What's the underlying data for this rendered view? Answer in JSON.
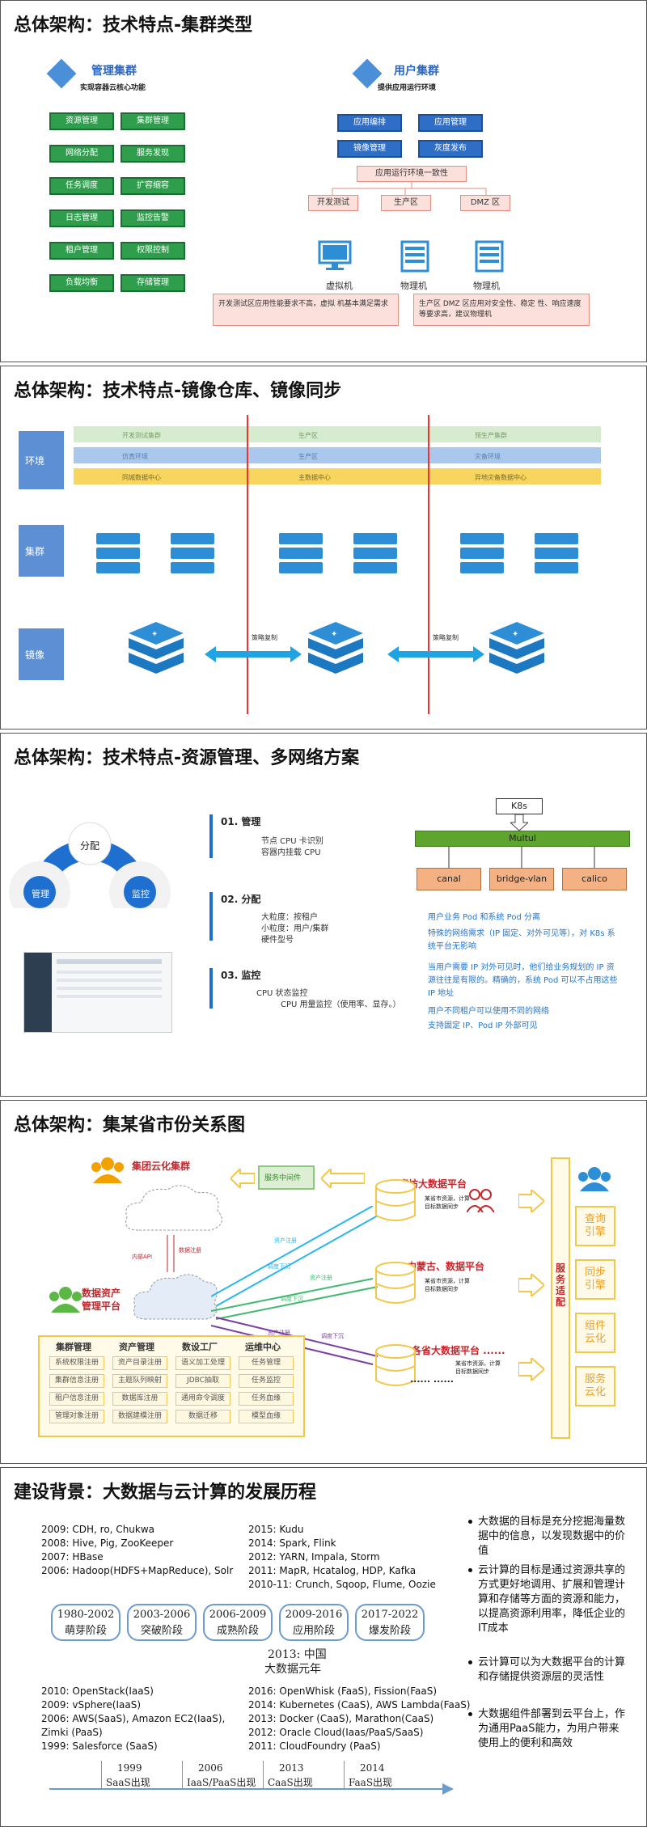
{
  "slide1": {
    "title": "总体架构：技术特点-集群类型",
    "mgmt_title": "管理集群",
    "mgmt_sub": "实现容器云核心功能",
    "mgmt_items": [
      "资源管理",
      "集群管理",
      "网络分配",
      "服务发现",
      "任务调度",
      "扩容缩容",
      "日志管理",
      "监控告警",
      "租户管理",
      "权限控制",
      "负载均衡",
      "存储管理"
    ],
    "user_title": "用户集群",
    "user_sub": "提供应用运行环境",
    "user_items": [
      "应用编排",
      "应用管理",
      "镜像管理",
      "灰度发布"
    ],
    "env_title": "应用运行环境一致性",
    "envs": [
      "开发测试",
      "生产区",
      "DMZ 区"
    ],
    "machines": [
      "虚拟机",
      "物理机",
      "物理机"
    ],
    "note_left": "开发测试区应用性能要求不高，虚拟 机基本满足需求",
    "note_right": "生产区 DMZ 区应用对安全性、稳定 性、响应速度等要求高，建议物理机"
  },
  "slide2": {
    "title": "总体架构：技术特点-镜像仓库、镜像同步",
    "row_env": "环境",
    "row_cluster": "集群",
    "row_image": "镜像",
    "bands": [
      [
        "开发测试集群",
        "生产区",
        "预生产集群"
      ],
      [
        "仿真环境",
        "生产区",
        "灾备环境"
      ],
      [
        "同城数据中心",
        "主数据中心",
        "异地灾备数据中心"
      ]
    ],
    "sync_left": "策略复制",
    "sync_right": "策略复制"
  },
  "slide3": {
    "title": "总体架构：技术特点-资源管理、多网络方案",
    "circle_top": "分配",
    "circle_left": "管理",
    "circle_right": "监控",
    "s1_title": "01. 管理",
    "s1_items": [
      "节点 CPU 卡识别",
      "容器内挂载 CPU"
    ],
    "s2_title": "02. 分配",
    "s2_items": [
      "大粒度：按租户",
      "小粒度：用户/集群",
      "硬件型号"
    ],
    "s3_title": "03. 监控",
    "s3_item": "CPU 状态监控",
    "s3_sub": "CPU 用量监控（使用率、显存。）",
    "k8s": "K8s",
    "multus": "Multul",
    "cni": [
      "canal",
      "bridge-vlan",
      "calico"
    ],
    "notes": [
      "用户业务 Pod 和系统 Pod 分离",
      "特殊的网络需求（IP 固定、对外可见等），对 K8s 系统平台无影响",
      "当用户需要 IP 对外可见时，他们给业务规划的 IP 资源往往是有限的。精确的，系统 Pod 可以不占用这些 IP 地址",
      "用户不同租户可以使用不同的网络",
      "支持固定 IP、Pod IP 外部可见"
    ]
  },
  "slide4": {
    "title": "总体架构：集某省市份关系图",
    "group_cluster": "集团云化集群",
    "middleware": "服务中间件",
    "asset_platform": "数据资产\n管理平台",
    "arrow_labels": [
      "内部API",
      "数据注册",
      "资产注册",
      "调度下沉",
      "资产注册",
      "调度下沉",
      "资产注册",
      "调度下沉"
    ],
    "platforms": [
      "廊坊大数据平台",
      "内蒙古、数据平台",
      "各省大数据平台 ......"
    ],
    "platform_notes": [
      "某省市资源，计算目标数据同步",
      "某省市资源，计算目标数据同步",
      "某省市资源，计算目标数据同步"
    ],
    "more": "...... ......",
    "service_adapt": "服务适配",
    "right_boxes": [
      "查询引擎",
      "同步引擎",
      "组件云化",
      "服务云化"
    ],
    "cols": [
      {
        "head": "集群管理",
        "items": [
          "系统权限注册",
          "集群信息注册",
          "租户信息注册",
          "管理对象注册"
        ]
      },
      {
        "head": "资产管理",
        "items": [
          "资产目录注册",
          "主题队列映射",
          "数据库注册",
          "数据建模注册"
        ]
      },
      {
        "head": "数设工厂",
        "items": [
          "语义加工处理",
          "JDBC抽取",
          "通用命令调度",
          "数据迁移"
        ]
      },
      {
        "head": "运维中心",
        "items": [
          "任务管理",
          "任务监控",
          "任务血缘",
          "模型血缘"
        ]
      }
    ]
  },
  "slide5": {
    "title": "建设背景：大数据与云计算的发展历程",
    "bd_left": [
      "2009: CDH, ro, Chukwa",
      "2008: Hive, Pig, ZooKeeper",
      "2007: HBase",
      "2006: Hadoop(HDFS+MapReduce), Solr"
    ],
    "bd_right": [
      "2015: Kudu",
      "2014: Spark, Flink",
      "2012: YARN, Impala, Storm",
      "2011: MapR, Hcatalog, HDP, Kafka",
      "2010-11: Crunch, Sqoop, Flume, Oozie"
    ],
    "stages": [
      {
        "years": "1980-2002",
        "name": "萌芽阶段"
      },
      {
        "years": "2003-2006",
        "name": "突破阶段"
      },
      {
        "years": "2006-2009",
        "name": "成熟阶段"
      },
      {
        "years": "2009-2016",
        "name": "应用阶段"
      },
      {
        "years": "2017-2022",
        "name": "爆发阶段"
      }
    ],
    "china_year": "2013: 中国",
    "china_sub": "大数据元年",
    "cloud_left": [
      "2010: OpenStack(IaaS)",
      "2009: vSphere(IaaS)",
      "2006: AWS(SaaS), Amazon EC2(IaaS),",
      "Zimki (PaaS)",
      "1999: Salesforce (SaaS)"
    ],
    "cloud_right": [
      "2016: OpenWhisk (FaaS), Fission(FaaS)",
      "2014: Kubernetes (CaaS), AWS Lambda(FaaS)",
      "2013: Docker (CaaS), Marathon(CaaS)",
      "2012: Oracle Cloud(Iaas/PaaS/SaaS)",
      "2011: CloudFoundry (PaaS)"
    ],
    "timeline": [
      {
        "year": "1999",
        "label": "SaaS出现"
      },
      {
        "year": "2006",
        "label": "IaaS/PaaS出现"
      },
      {
        "year": "2013",
        "label": "CaaS出现"
      },
      {
        "year": "2014",
        "label": "FaaS出现"
      }
    ],
    "bullets": [
      "大数据的目标是充分挖掘海量数据中的信息，以发现数据中的价值",
      "云计算的目标是通过资源共享的方式更好地调用、扩展和管理计算和存储等方面的资源和能力，以提高资源利用率，降低企业的IT成本",
      "云计算可以为大数据平台的计算和存储提供资源层的灵活性",
      "大数据组件部署到云平台上，作为通用PaaS能力，为用户带来使用上的便利和高效"
    ]
  }
}
